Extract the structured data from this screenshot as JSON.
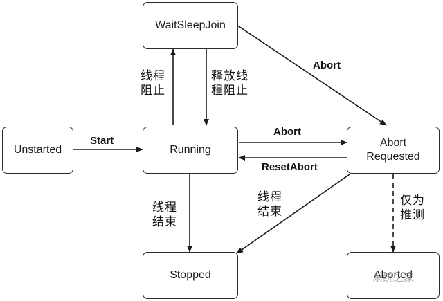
{
  "states": {
    "unstarted": "Unstarted",
    "running": "Running",
    "waitsleepjoin": "WaitSleepJoin",
    "abort_requested_line1": "Abort",
    "abort_requested_line2": "Requested",
    "stopped": "Stopped",
    "aborted": "Aborted"
  },
  "edges": {
    "start": "Start",
    "abort_top": "Abort",
    "abort_mid": "Abort",
    "reset_abort": "ResetAbort",
    "block_l1": "线程",
    "block_l2": "阻止",
    "release_l1": "释放线",
    "release_l2": "程阻止",
    "end_left_l1": "线程",
    "end_left_l2": "结束",
    "end_mid_l1": "线程",
    "end_mid_l2": "结束",
    "guess_l1": "仅为",
    "guess_l2": "推测"
  },
  "watermark": "系统之家"
}
